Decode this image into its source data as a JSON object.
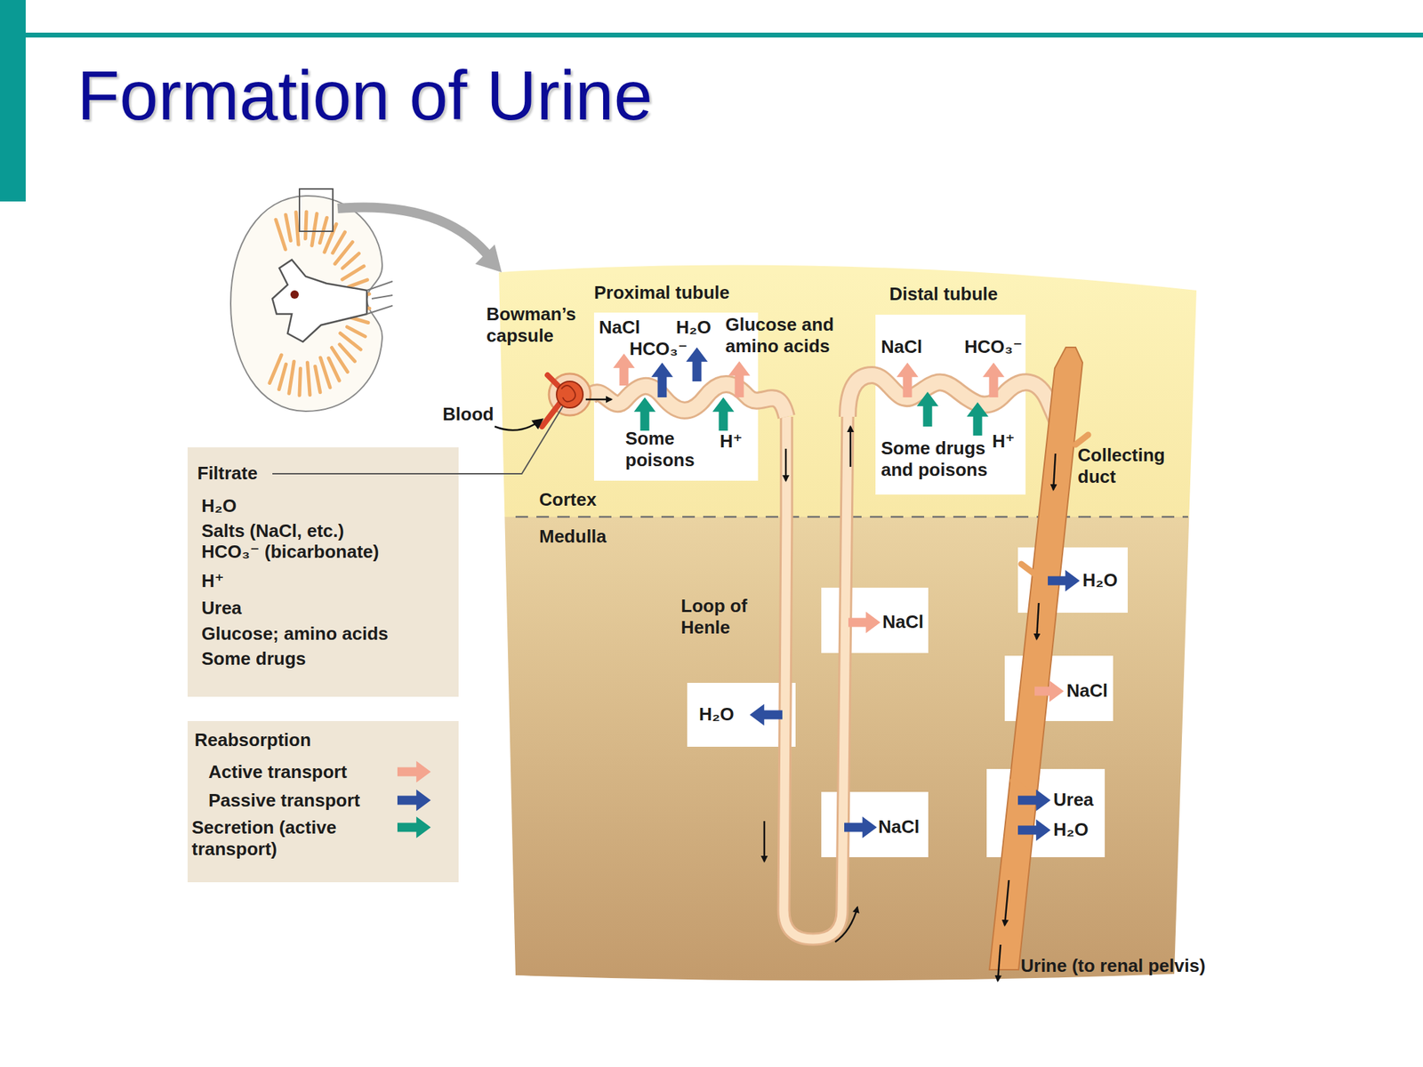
{
  "diagram": {
    "title": "Formation of Urine",
    "nodes": [
      {
        "text": [
          "Proximal tubule",
          "NaCl",
          "H₂O",
          "Glucose and amino acids",
          "HCO₃⁻",
          "Some poisons",
          "H⁺"
        ]
      },
      {
        "text": [
          "Distal tubule",
          "NaCl",
          "HCO₃⁻",
          "Some drugs and poisons",
          "H⁺"
        ]
      },
      {
        "text": [
          "Filtrate",
          "H₂O",
          "Salts (NaCl, etc.)",
          "HCO₃⁻ (bicarbonate)",
          "H⁺",
          "Urea",
          "Glucose; amino acids",
          "Some drugs"
        ]
      },
      {
        "text": [
          "NaCl"
        ]
      },
      {
        "text": [
          "H₂O"
        ]
      },
      {
        "text": [
          "NaCl"
        ]
      },
      {
        "text": [
          "H₂O"
        ]
      },
      {
        "text": [
          "NaCl"
        ]
      },
      {
        "text": [
          "Urea",
          "H₂O"
        ]
      }
    ],
    "labels": [
      "Bowman’s capsule",
      "Blood",
      "Cortex",
      "Medulla",
      "Loop of Henle",
      "Collecting duct",
      "Urine (to renal pelvis)",
      "Reabsorption"
    ],
    "legend": [
      {
        "text": "Active transport",
        "color": "#f4a58f"
      },
      {
        "text": "Passive transport",
        "color": "#2e4f9f"
      },
      {
        "text": "Secretion (active transport)",
        "color": "#129a80"
      }
    ]
  }
}
